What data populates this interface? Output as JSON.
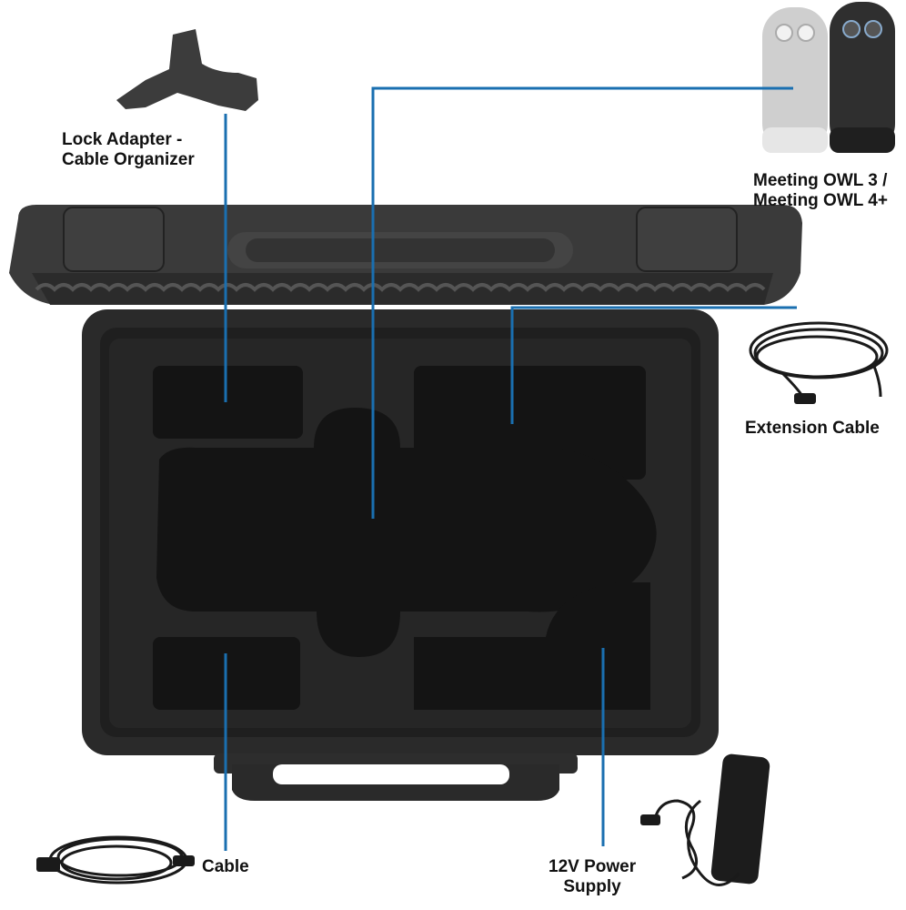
{
  "labels": {
    "lock_adapter": [
      "Lock Adapter -",
      "Cable Organizer"
    ],
    "meeting_owl": [
      "Meeting OWL 3 /",
      "Meeting OWL 4+"
    ],
    "extension_cable": "Extension Cable",
    "cable": "Cable",
    "power_supply": [
      "12V Power",
      "Supply"
    ]
  },
  "colors": {
    "callout_line": "#1a6fb0",
    "case_body": "#2a2a2a",
    "foam": "#1c1c1c",
    "text": "#111111"
  }
}
